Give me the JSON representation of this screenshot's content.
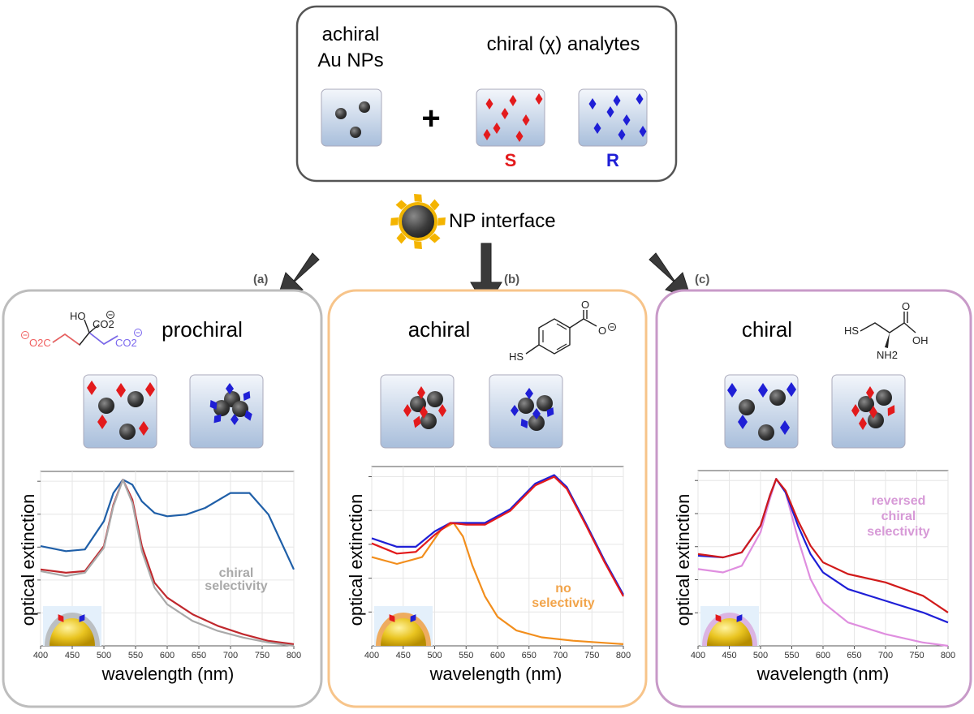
{
  "top_box": {
    "np_label_line1": "achiral",
    "np_label_line2": "Au NPs",
    "plus": "+",
    "analytes_label": "chiral (χ) analytes",
    "s_label": "S",
    "r_label": "R"
  },
  "interface_label": "NP interface",
  "colors": {
    "s_enantiomer": "#e31a1c",
    "r_enantiomer": "#1f1fd6",
    "panel_a_border": "#bdbdbd",
    "panel_b_border": "#f7c48a",
    "panel_c_border": "#c89ac8",
    "annot_a": "#a9a9a9",
    "annot_b": "#f2a44a",
    "annot_c": "#d79ad7"
  },
  "panels": [
    {
      "id": "a",
      "letter": "(a)",
      "heading": "prochiral",
      "annotation_lines": [
        "chiral",
        "selectivity"
      ],
      "molecule_labels": [
        "HO",
        "CO2",
        "O2C",
        "CO2"
      ],
      "ylabel": "optical extinction",
      "xlabel": "wavelength (nm)"
    },
    {
      "id": "b",
      "letter": "(b)",
      "heading": "achiral",
      "annotation_lines": [
        "no",
        "selectivity"
      ],
      "molecule_labels": [
        "HS",
        "O"
      ],
      "ylabel": "optical extinction",
      "xlabel": "wavelength (nm)"
    },
    {
      "id": "c",
      "letter": "(c)",
      "heading": "chiral",
      "annotation_lines": [
        "reversed",
        "chiral",
        "selectivity"
      ],
      "molecule_labels": [
        "HS",
        "O",
        "OH",
        "NH2"
      ],
      "ylabel": "optical extinction",
      "xlabel": "wavelength (nm)"
    }
  ],
  "chart_data": [
    {
      "type": "line",
      "panel": "a",
      "x_ticks": [
        400,
        450,
        500,
        550,
        600,
        650,
        700,
        750,
        800
      ],
      "xlim": [
        400,
        800
      ],
      "ylim": [
        0,
        1.05
      ],
      "series": [
        {
          "color": "#1f5fa8",
          "x": [
            400,
            440,
            470,
            500,
            515,
            530,
            545,
            560,
            580,
            600,
            630,
            660,
            700,
            730,
            760,
            800
          ],
          "y": [
            0.6,
            0.57,
            0.58,
            0.75,
            0.92,
            1.0,
            0.97,
            0.87,
            0.8,
            0.78,
            0.79,
            0.83,
            0.92,
            0.92,
            0.79,
            0.46
          ]
        },
        {
          "color": "#c0282d",
          "x": [
            400,
            440,
            470,
            500,
            515,
            530,
            545,
            560,
            580,
            600,
            640,
            680,
            720,
            760,
            800
          ],
          "y": [
            0.46,
            0.44,
            0.45,
            0.6,
            0.85,
            1.0,
            0.88,
            0.6,
            0.38,
            0.29,
            0.19,
            0.12,
            0.07,
            0.03,
            0.01
          ]
        },
        {
          "color": "#a9a9a9",
          "x": [
            400,
            440,
            470,
            500,
            515,
            530,
            545,
            560,
            580,
            600,
            640,
            680,
            720,
            760,
            800
          ],
          "y": [
            0.45,
            0.42,
            0.44,
            0.59,
            0.84,
            1.0,
            0.86,
            0.57,
            0.35,
            0.25,
            0.15,
            0.09,
            0.05,
            0.02,
            0.0
          ]
        }
      ]
    },
    {
      "type": "line",
      "panel": "b",
      "x_ticks": [
        400,
        450,
        500,
        550,
        600,
        650,
        700,
        750,
        800
      ],
      "xlim": [
        400,
        800
      ],
      "ylim": [
        0,
        1.05
      ],
      "series": [
        {
          "color": "#f28e1c",
          "x": [
            400,
            440,
            480,
            510,
            530,
            545,
            560,
            580,
            600,
            630,
            670,
            720,
            760,
            800
          ],
          "y": [
            0.52,
            0.48,
            0.52,
            0.68,
            0.72,
            0.64,
            0.47,
            0.29,
            0.17,
            0.09,
            0.05,
            0.03,
            0.02,
            0.01
          ]
        },
        {
          "color": "#1f1fd6",
          "x": [
            400,
            440,
            470,
            500,
            525,
            550,
            580,
            620,
            660,
            690,
            710,
            740,
            770,
            800
          ],
          "y": [
            0.63,
            0.58,
            0.58,
            0.67,
            0.72,
            0.72,
            0.72,
            0.8,
            0.95,
            1.0,
            0.93,
            0.72,
            0.5,
            0.3
          ]
        },
        {
          "color": "#e31a1c",
          "x": [
            400,
            440,
            470,
            500,
            525,
            550,
            580,
            620,
            660,
            690,
            710,
            740,
            770,
            800
          ],
          "y": [
            0.6,
            0.54,
            0.55,
            0.65,
            0.72,
            0.71,
            0.71,
            0.79,
            0.94,
            0.99,
            0.92,
            0.71,
            0.49,
            0.29
          ]
        }
      ]
    },
    {
      "type": "line",
      "panel": "c",
      "x_ticks": [
        400,
        450,
        500,
        550,
        600,
        650,
        700,
        750,
        800
      ],
      "xlim": [
        400,
        800
      ],
      "ylim": [
        0,
        1.05
      ],
      "series": [
        {
          "color": "#df8edf",
          "x": [
            400,
            440,
            470,
            500,
            515,
            525,
            540,
            560,
            580,
            600,
            640,
            700,
            760,
            800
          ],
          "y": [
            0.46,
            0.44,
            0.48,
            0.68,
            0.88,
            1.0,
            0.92,
            0.64,
            0.4,
            0.26,
            0.14,
            0.07,
            0.02,
            0.0
          ]
        },
        {
          "color": "#1f1fd6",
          "x": [
            400,
            440,
            470,
            500,
            515,
            525,
            540,
            560,
            580,
            600,
            640,
            700,
            760,
            800
          ],
          "y": [
            0.54,
            0.53,
            0.56,
            0.72,
            0.9,
            1.0,
            0.92,
            0.72,
            0.55,
            0.44,
            0.34,
            0.27,
            0.2,
            0.14
          ]
        },
        {
          "color": "#d11a1a",
          "x": [
            400,
            440,
            470,
            500,
            515,
            525,
            540,
            560,
            580,
            600,
            640,
            700,
            760,
            800
          ],
          "y": [
            0.55,
            0.53,
            0.56,
            0.72,
            0.9,
            1.0,
            0.93,
            0.75,
            0.6,
            0.5,
            0.43,
            0.38,
            0.3,
            0.2
          ]
        }
      ]
    }
  ]
}
